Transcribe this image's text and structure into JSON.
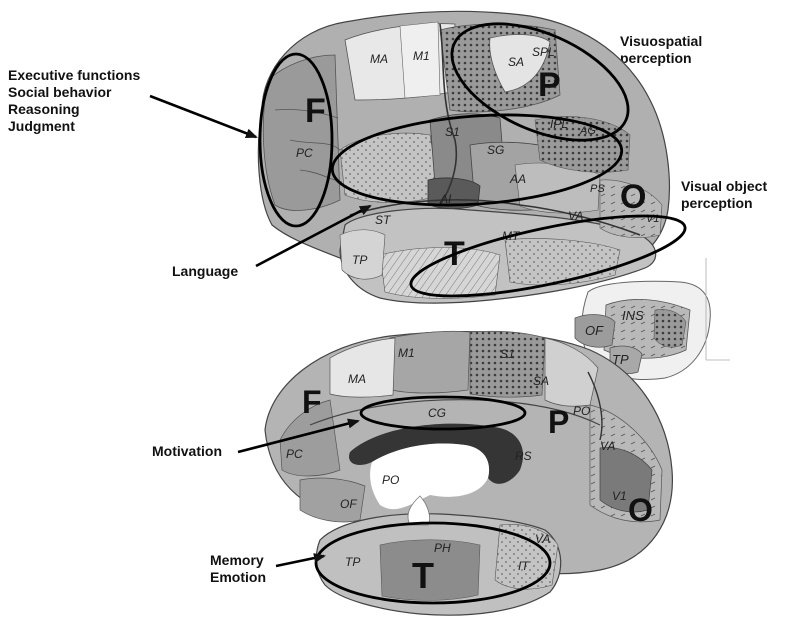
{
  "callouts": {
    "frontal": [
      "Executive functions",
      "Social behavior",
      "Reasoning",
      "Judgment"
    ],
    "visuospatial": [
      "Visuospatial",
      "perception"
    ],
    "visual_object": [
      "Visual object",
      "perception"
    ],
    "language": "Language",
    "motivation": "Motivation",
    "memory": [
      "Memory",
      "Emotion"
    ]
  },
  "lobes_lateral": {
    "frontal": "F",
    "parietal": "P",
    "occipital": "O",
    "temporal": "T"
  },
  "lobes_medial": {
    "frontal": "F",
    "parietal": "P",
    "occipital": "O",
    "temporal": "T"
  },
  "regions_lateral": {
    "ma": "MA",
    "m1": "M1",
    "sa": "SA",
    "spl": "SPL",
    "pc": "PC",
    "s1": "S1",
    "sg": "SG",
    "aa": "AA",
    "ai": "AI",
    "st": "ST",
    "va": "VA",
    "v1": "V1",
    "mt": "MT",
    "tp": "TP",
    "ps": "PS",
    "ipl": "IPL",
    "ag": "AG"
  },
  "regions_inset": {
    "of": "OF",
    "ins": "INS",
    "tp": "TP"
  },
  "regions_medial": {
    "m1": "M1",
    "ma": "MA",
    "s1": "S1",
    "sa": "SA",
    "cg": "CG",
    "po": "PO",
    "pc": "PC",
    "rs": "RS",
    "va": "VA",
    "v1": "V1",
    "of": "OF",
    "po2": "PO",
    "tp": "TP",
    "ph": "PH",
    "it": "IT"
  },
  "colors": {
    "ink": "#111111",
    "brain_dark": "#7d7d7d",
    "brain_mid": "#a9a9a9",
    "brain_light": "#d8d8d8",
    "corpus": "#3a3a3a"
  }
}
